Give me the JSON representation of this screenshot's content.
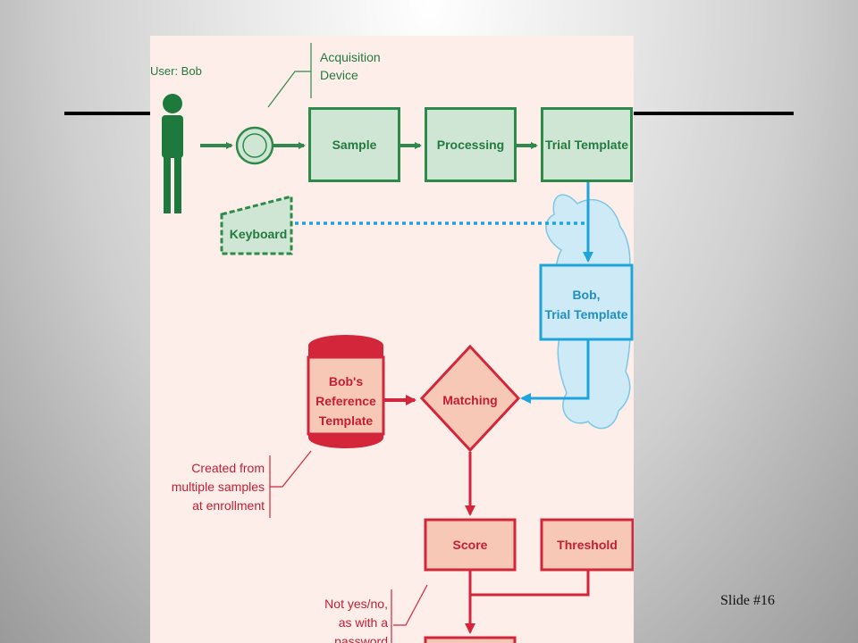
{
  "diagram": {
    "user_label": "User: Bob",
    "acquisition_label": [
      "Acquisition",
      "Device"
    ],
    "sample_label": "Sample",
    "processing_label": "Processing",
    "trial_template_label": "Trial Template",
    "keyboard_label": "Keyboard",
    "bob_trial_label": [
      "Bob,",
      "Trial Template"
    ],
    "bob_reference_label": [
      "Bob's",
      "Reference",
      "Template"
    ],
    "matching_label": "Matching",
    "created_from_label": [
      "Created from",
      "multiple samples",
      "at enrollment"
    ],
    "score_label": "Score",
    "threshold_label": "Threshold",
    "not_yes_no_label": [
      "Not yes/no,",
      "as with a",
      "password"
    ]
  },
  "footer": {
    "slide_number": "Slide #16"
  },
  "colors": {
    "green": "#2e8a4a",
    "green_fill": "#cfe6d5",
    "red": "#d3263a",
    "red_fill": "#f8c8b6",
    "blue": "#1ea4dc",
    "blue_fill": "#cfeaf7",
    "panel_bg": "#fdeeea"
  }
}
